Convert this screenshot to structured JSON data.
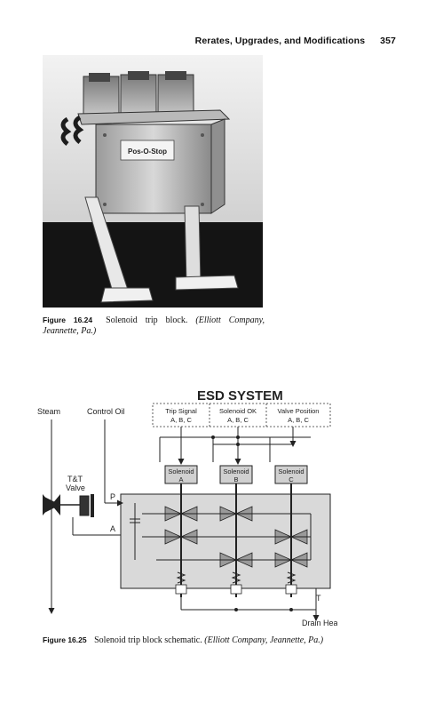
{
  "header": {
    "title": "Rerates, Upgrades, and Modifications",
    "page_number": "357"
  },
  "figure1": {
    "number": "Figure 16.24",
    "caption": "Solenoid trip block.",
    "source": "(Elliott Company, Jeannette, Pa.)",
    "photo_label": "Pos-O-Stop"
  },
  "figure2": {
    "number": "Figure 16.25",
    "caption": "Solenoid trip block schematic.",
    "source": "(Elliott Company, Jeannette, Pa.)",
    "schematic": {
      "title": "ESD SYSTEM",
      "steam": "Steam",
      "control_oil": "Control Oil",
      "tt_valve_line1": "T&T",
      "tt_valve_line2": "Valve",
      "port_p": "P",
      "port_a": "A",
      "port_t": "T",
      "drain_header": "Drain Header",
      "signals": [
        {
          "line1": "Trip Signal",
          "line2": "A, B, C"
        },
        {
          "line1": "Solenoid OK",
          "line2": "A, B, C"
        },
        {
          "line1": "Valve Position",
          "line2": "A, B, C"
        }
      ],
      "solenoids": [
        {
          "line1": "Solenoid",
          "line2": "A"
        },
        {
          "line1": "Solenoid",
          "line2": "B"
        },
        {
          "line1": "Solenoid",
          "line2": "C"
        }
      ]
    }
  }
}
